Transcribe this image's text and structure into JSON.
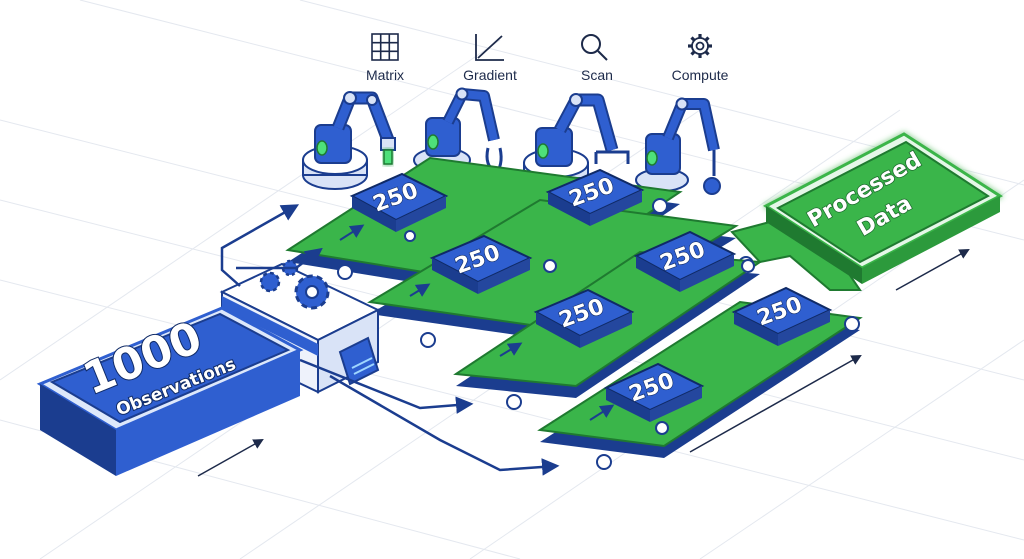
{
  "tools": [
    {
      "label": "Matrix",
      "icon": "grid-icon"
    },
    {
      "label": "Gradient",
      "icon": "gradient-icon"
    },
    {
      "label": "Scan",
      "icon": "magnifier-icon"
    },
    {
      "label": "Compute",
      "icon": "gear-icon"
    }
  ],
  "input_block": {
    "count": "1000",
    "label": "Observations"
  },
  "batches": [
    "250",
    "250",
    "250",
    "250",
    "250",
    "250",
    "250"
  ],
  "output_block": {
    "line1": "Processed",
    "line2": "Data"
  },
  "colors": {
    "blue": "#2f5fd0",
    "dark_blue": "#1b3d8f",
    "green": "#3ab54a",
    "dark_green": "#1f7a30",
    "ink": "#1d2a4a"
  }
}
